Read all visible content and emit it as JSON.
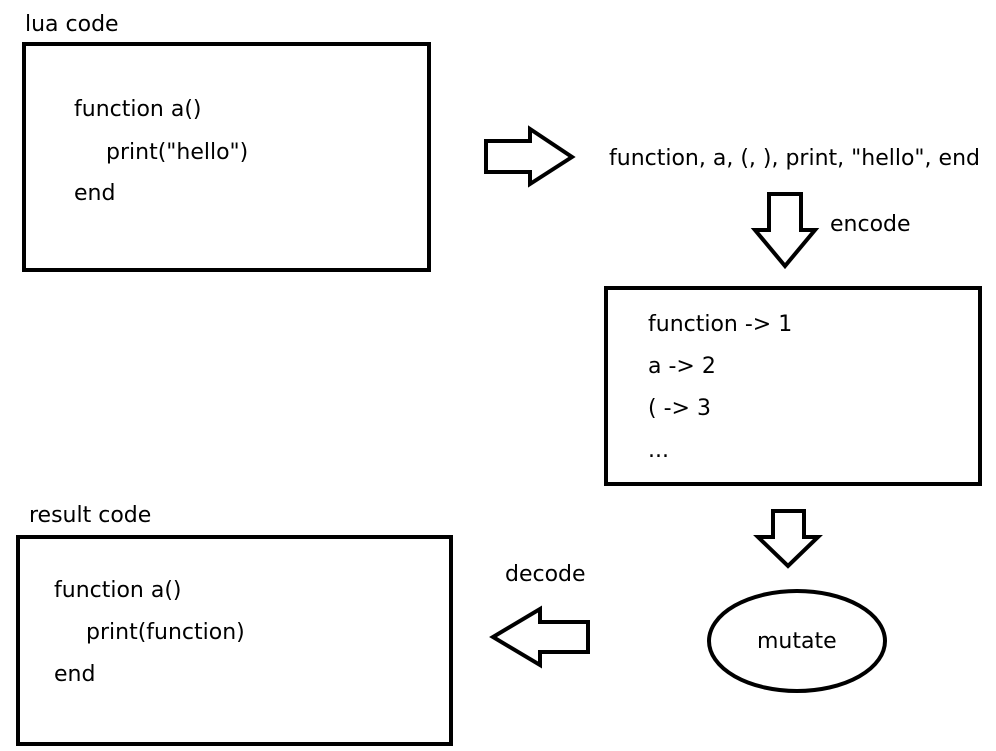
{
  "lua_box": {
    "caption": "lua code",
    "lines": [
      "function a()",
      "print(\"hello\")",
      "end"
    ]
  },
  "tokens": {
    "text": "function, a, (, ), print, \"hello\", end"
  },
  "encode_step": {
    "label": "encode"
  },
  "mapping_box": {
    "lines": [
      "function -> 1",
      "a -> 2",
      "( -> 3",
      "..."
    ]
  },
  "mutate_step": {
    "label": "mutate"
  },
  "decode_step": {
    "label": "decode"
  },
  "result_box": {
    "caption": "result code",
    "lines": [
      "function a()",
      "print(function)",
      "end"
    ]
  },
  "colors": {
    "stroke": "#000000",
    "background": "#ffffff"
  }
}
